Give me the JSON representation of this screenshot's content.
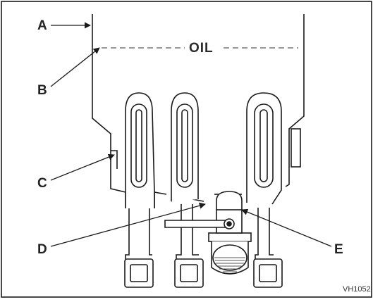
{
  "diagram": {
    "oil_label": "OIL",
    "callouts": {
      "a": "A",
      "b": "B",
      "c": "C",
      "d": "D",
      "e": "E"
    },
    "figure_id": "VH1052",
    "colors": {
      "line": "#1a1a1a",
      "background": "#ffffff",
      "thread": "#555555"
    }
  }
}
